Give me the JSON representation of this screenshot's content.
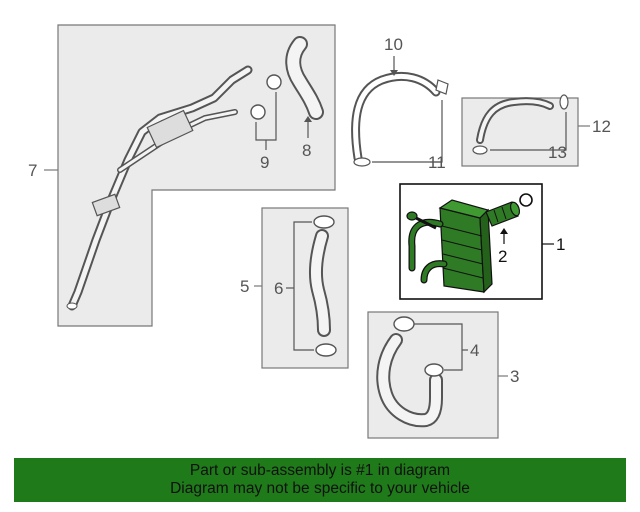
{
  "callouts": {
    "c1": "1",
    "c2": "2",
    "c3": "3",
    "c4": "4",
    "c5": "5",
    "c6": "6",
    "c7": "7",
    "c8": "8",
    "c9": "9",
    "c10": "10",
    "c11": "11",
    "c12": "12",
    "c13": "13"
  },
  "banner": {
    "line1": "Part or sub-assembly is #1 in diagram",
    "line2": "Diagram may not be specific to your vehicle"
  },
  "colors": {
    "highlight_part": "#2f7a24",
    "banner_background": "#1f7a1a",
    "panel_fill": "#ebebeb",
    "outline": "#555555"
  }
}
